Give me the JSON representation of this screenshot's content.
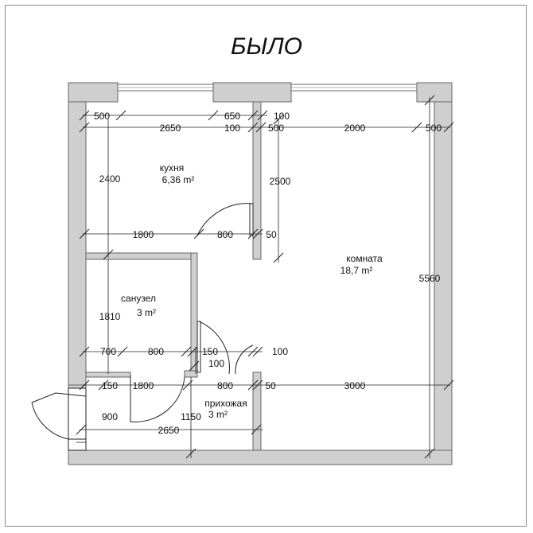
{
  "title": "БЫЛО",
  "rooms": {
    "kitchen": {
      "name": "кухня",
      "area": "6,36 m²"
    },
    "bathroom": {
      "name": "санузел",
      "area": "3 m²"
    },
    "room": {
      "name": "комната",
      "area": "18,7 m²"
    },
    "hall": {
      "name": "прихожая",
      "area": "3 m²"
    }
  },
  "dims": {
    "top_left_500": "500",
    "top_650": "650",
    "top_100a": "100",
    "kitchen_2650": "2650",
    "mid_100": "100",
    "room_500a": "500",
    "room_2000": "2000",
    "room_500b": "500",
    "kitchen_2400": "2400",
    "room_2500": "2500",
    "kitchen_1800": "1800",
    "door_800a": "800",
    "wall_50a": "50",
    "room_5560": "5560",
    "bath_1810": "1810",
    "bath_700": "700",
    "bath_800": "800",
    "bath_150a": "150",
    "bath_100": "100",
    "door_100b": "100",
    "hall_150": "150",
    "hall_1800": "1800",
    "door_800b": "800",
    "wall_50b": "50",
    "room_3000": "3000",
    "entry_900": "900",
    "hall_1150": "1150",
    "hall_2650": "2650"
  }
}
